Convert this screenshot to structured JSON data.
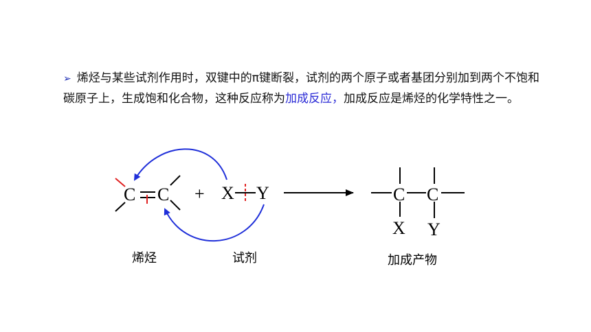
{
  "paragraph": {
    "bullet": "➢",
    "part1": "烯烃与某些试剂作用时，双键中的π键断裂，试剂的两个原子或者基团分别加到两个不饱和碳原子上，生成饱和化合物，这种反应称为",
    "highlight": "加成反应，",
    "part2": "加成反应是烯烃的化学特性之一。"
  },
  "diagram": {
    "alkene_c1": "C",
    "alkene_c2": "C",
    "plus": "+",
    "reagent_x": "X",
    "reagent_y": "Y",
    "product_c1": "C",
    "product_c2": "C",
    "product_x": "X",
    "product_y": "Y",
    "caption_alkene": "烯烃",
    "caption_reagent": "试剂",
    "caption_product": "加成产物",
    "colors": {
      "arrow_blue": "#1f2fd9",
      "break_red": "#e02020",
      "highlight": "#2a2ad6"
    }
  }
}
